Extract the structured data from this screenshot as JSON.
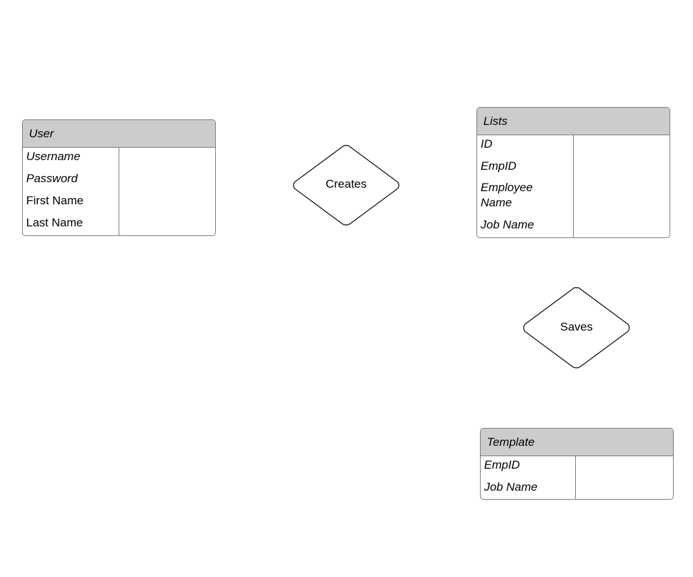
{
  "entities": {
    "user": {
      "title": "User",
      "attributes": [
        "Username",
        "Password",
        "First Name",
        "Last Name"
      ]
    },
    "lists": {
      "title": "Lists",
      "attributes": [
        "ID",
        "EmpID",
        "Employee Name",
        "Job Name"
      ]
    },
    "template": {
      "title": "Template",
      "attributes": [
        "EmpID",
        "Job Name"
      ]
    }
  },
  "relationships": {
    "creates": {
      "label": "Creates"
    },
    "saves": {
      "label": "Saves"
    }
  }
}
